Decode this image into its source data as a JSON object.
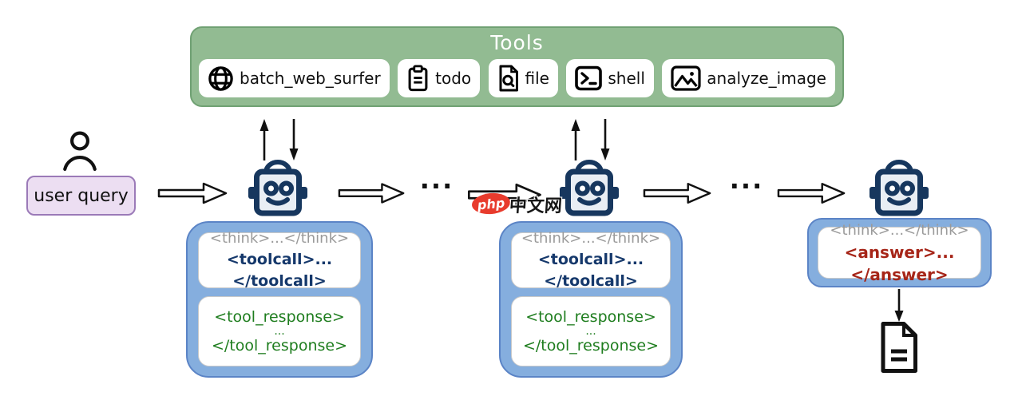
{
  "tools_panel": {
    "title": "Tools",
    "items": [
      {
        "icon": "globe-icon",
        "label": "batch_web_surfer"
      },
      {
        "icon": "clipboard-list-icon",
        "label": "todo"
      },
      {
        "icon": "file-search-icon",
        "label": "file"
      },
      {
        "icon": "terminal-icon",
        "label": "shell"
      },
      {
        "icon": "image-icon",
        "label": "analyze_image"
      }
    ]
  },
  "user_query": {
    "label": "user query"
  },
  "ellipsis": "...",
  "agent_steps": [
    {
      "think": "<think>...</think>",
      "toolcall": "<toolcall>...</toolcall>",
      "tool_response_open": "<tool_response>",
      "tool_response_ellipsis": "...",
      "tool_response_close": "</tool_response>"
    },
    {
      "think": "<think>...</think>",
      "toolcall": "<toolcall>...</toolcall>",
      "tool_response_open": "<tool_response>",
      "tool_response_ellipsis": "...",
      "tool_response_close": "</tool_response>"
    }
  ],
  "final_step": {
    "think": "<think>...</think>",
    "answer": "<answer>...</answer>"
  },
  "watermark": {
    "badge": "php",
    "text": "中文网"
  },
  "colors": {
    "tools_fill": "#92bb92",
    "tools_border": "#70a173",
    "step_box_fill": "#85aede",
    "step_box_border": "#5b84c6",
    "user_query_fill": "#ecdef2",
    "user_query_border": "#9b7ab8",
    "robot_navy": "#17375e",
    "think_gray": "#9a9a9a",
    "toolcall_navy": "#15386b",
    "tool_response_green": "#1e7d1e",
    "answer_red": "#a62518"
  }
}
